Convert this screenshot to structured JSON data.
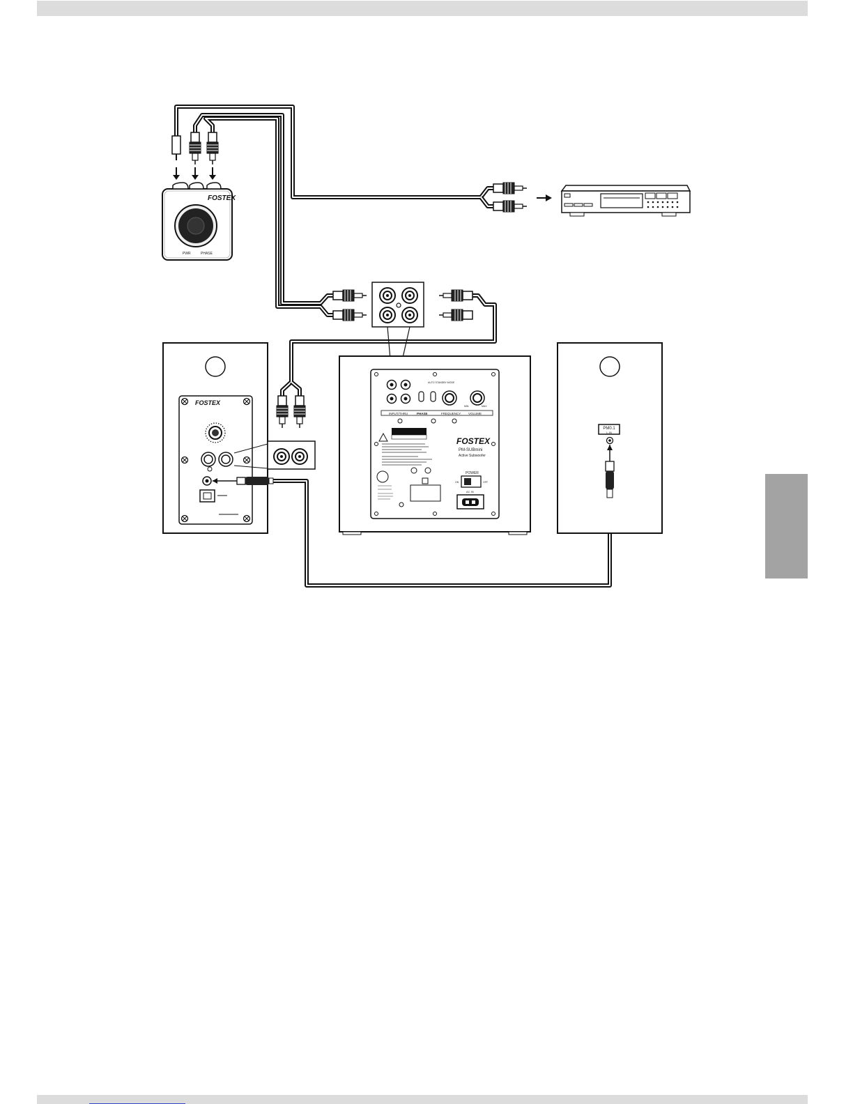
{
  "page": {
    "header_bar_color": "#dcdcdc",
    "side_tab_color": "#a3a3a3"
  },
  "controller": {
    "brand": "FOSTEX",
    "knob_left_label": "PWR",
    "knob_right_label": "PHASE"
  },
  "left_speaker": {
    "brand": "FOSTEX"
  },
  "subwoofer": {
    "brand": "FOSTEX",
    "model": "PM-SUBmini",
    "subtitle": "Active Subwoofer",
    "labels": {
      "input_thru": "INPUT/THRU",
      "phase": "PHASE",
      "frequency": "FREQUENCY",
      "volume": "VOLUME",
      "power": "POWER",
      "on": "ON",
      "off": "OFF",
      "ac_in": "AC IN",
      "auto_standby": "AUTO STANDBY MODE",
      "min": "MIN",
      "max": "MAX"
    }
  },
  "right_speaker": {
    "label_model": "PM0.1",
    "label_jack": "L-IN"
  },
  "cd_player": {
    "icon": "cd-player-icon"
  },
  "icons": [
    "arrow-down-icon",
    "arrow-right-icon",
    "rca-plug-icon",
    "stereo-mini-plug-icon",
    "knob-icon",
    "screw-icon"
  ]
}
